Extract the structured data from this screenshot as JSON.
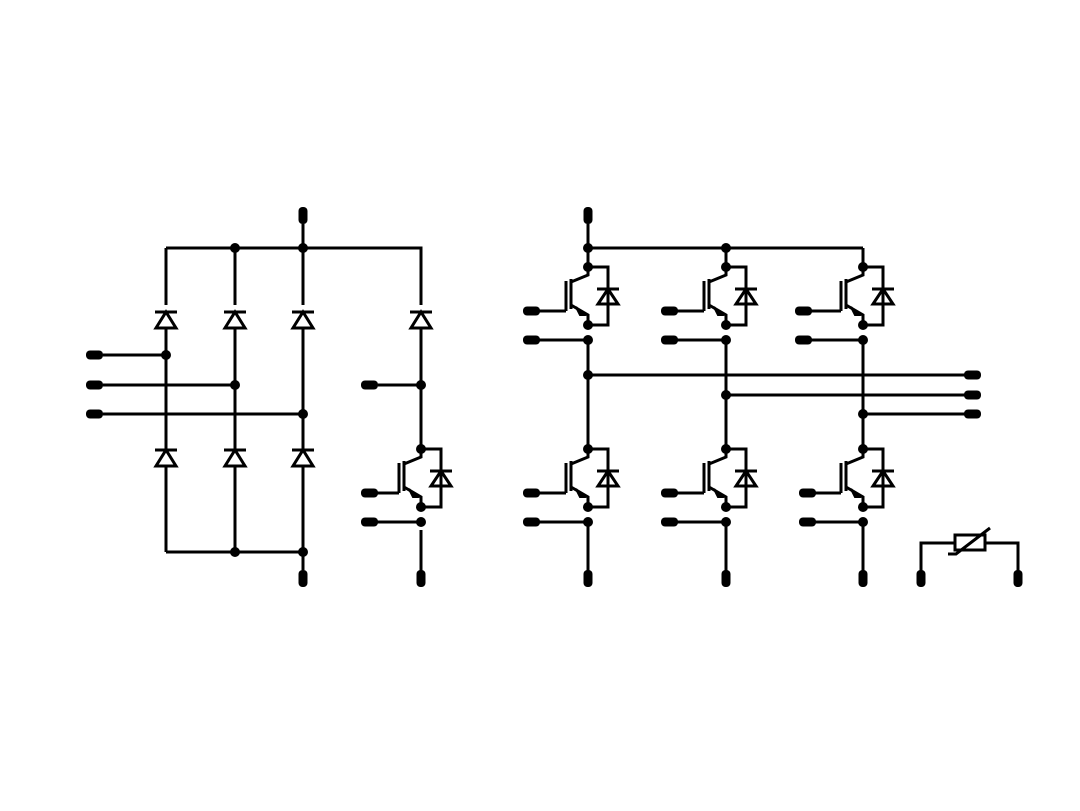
{
  "diagram": {
    "stroke_color": "#000000",
    "background": "#ffffff",
    "modules": [
      "three-phase-diode-bridge",
      "brake-chopper-igbt",
      "three-phase-igbt-inverter",
      "ntc-thermistor"
    ],
    "icon_names": [
      "diode-icon",
      "igbt-icon",
      "thermistor-icon",
      "terminal-pin-icon",
      "junction-dot-icon"
    ]
  }
}
